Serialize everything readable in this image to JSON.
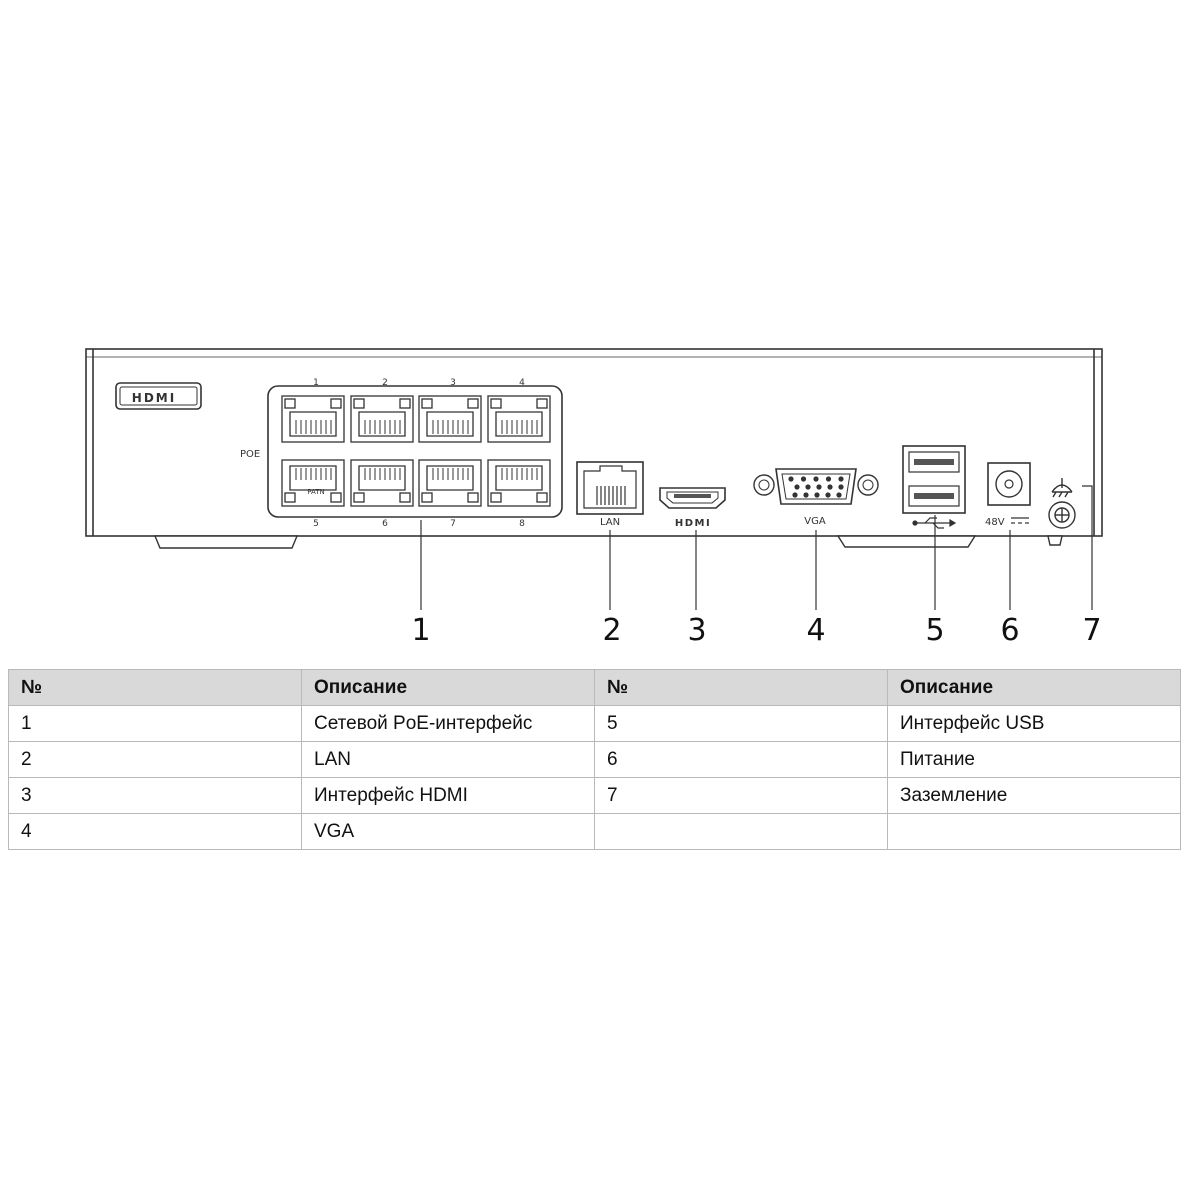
{
  "device": {
    "logo_text": "HDMI",
    "poe_label": "POE",
    "port_numbers_top": [
      "1",
      "2",
      "3",
      "4"
    ],
    "port_numbers_bottom": [
      "5",
      "6",
      "7",
      "8"
    ],
    "port_label_inner": "PATN",
    "lan_label": "LAN",
    "hdmi_label": "HDMI",
    "vga_label": "VGA",
    "power_label": "48V"
  },
  "callouts": [
    "1",
    "2",
    "3",
    "4",
    "5",
    "6",
    "7"
  ],
  "table": {
    "headers": [
      "№",
      "Описание",
      "№",
      "Описание"
    ],
    "rows": [
      [
        "1",
        "Сетевой PoE-интерфейс",
        "5",
        "Интерфейс USB"
      ],
      [
        "2",
        "LAN",
        "6",
        "Питание"
      ],
      [
        "3",
        "Интерфейс HDMI",
        "7",
        "Заземление"
      ],
      [
        "4",
        "VGA",
        "",
        ""
      ]
    ]
  }
}
